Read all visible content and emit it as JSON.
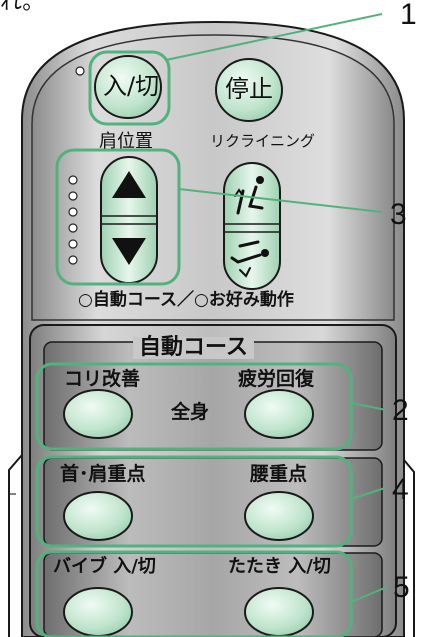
{
  "intro": "れ。",
  "callouts": [
    "1",
    "3",
    "2",
    "4",
    "5"
  ],
  "top_panel": {
    "power_button": "入/切",
    "stop_button": "停止",
    "shoulder_label": "肩位置",
    "recline_label": "リクライニング",
    "shoulder_up_icon": "triangle-up-icon",
    "shoulder_down_icon": "triangle-down-icon",
    "recline_up_icon": "seat-raise-icon",
    "recline_down_icon": "seat-lower-icon",
    "footer": "○自動コース／○お好み動作"
  },
  "auto_course": {
    "title": "自動コース",
    "kori_kaizen": "コリ改善",
    "hirou_kaifuku": "疲労回復",
    "zenshin": "全身",
    "kubi_kata": "首･肩重点",
    "koshi": "腰重点",
    "vibe": "バイブ 入/切",
    "tataki": "たたき 入/切"
  },
  "colors": {
    "button_face": "#c6e6d2",
    "highlight_ring": "#52b27d",
    "panel": "#c4c4c4",
    "outline": "#1a1a1a"
  }
}
